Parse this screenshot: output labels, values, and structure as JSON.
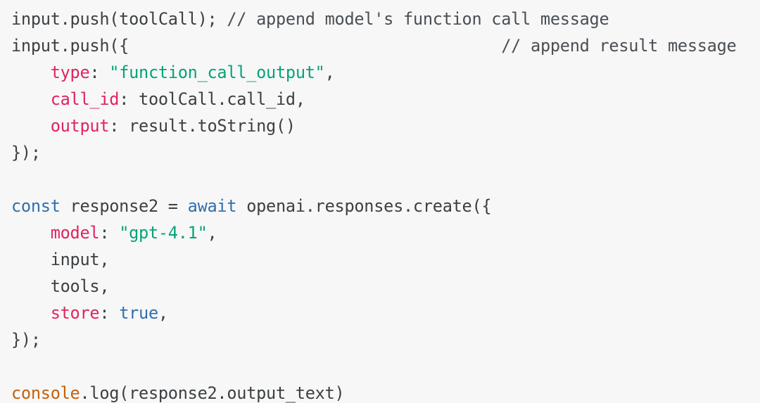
{
  "editor": {
    "language": "javascript",
    "background_color": "#f7f7f7",
    "default_text_color": "#3c4043",
    "token_colors": {
      "plain": "#3c4043",
      "comment": "#4a4f54",
      "key": "#e0245e",
      "string": "#05a37a",
      "keyword": "#2f6fae",
      "boolean": "#2f6fae",
      "builtin": "#c2610d"
    }
  },
  "code": {
    "lines": [
      {
        "n": 1,
        "text": "input.push(toolCall); // append model's function call message",
        "tokens": [
          {
            "t": "input.push(toolCall); ",
            "c": "plain"
          },
          {
            "t": "// append model's function call message",
            "c": "comment"
          }
        ]
      },
      {
        "n": 2,
        "text": "input.push({                          // append result message",
        "tokens": [
          {
            "t": "input.push({",
            "c": "plain"
          },
          {
            "t": "                                      ",
            "c": "plain"
          },
          {
            "t": "// append result message",
            "c": "comment"
          }
        ]
      },
      {
        "n": 3,
        "text": "    type: \"function_call_output\",",
        "tokens": [
          {
            "t": "    ",
            "c": "plain"
          },
          {
            "t": "type",
            "c": "key"
          },
          {
            "t": ": ",
            "c": "plain"
          },
          {
            "t": "\"function_call_output\"",
            "c": "string"
          },
          {
            "t": ",",
            "c": "plain"
          }
        ]
      },
      {
        "n": 4,
        "text": "    call_id: toolCall.call_id,",
        "tokens": [
          {
            "t": "    ",
            "c": "plain"
          },
          {
            "t": "call_id",
            "c": "key"
          },
          {
            "t": ": toolCall.call_id,",
            "c": "plain"
          }
        ]
      },
      {
        "n": 5,
        "text": "    output: result.toString()",
        "tokens": [
          {
            "t": "    ",
            "c": "plain"
          },
          {
            "t": "output",
            "c": "key"
          },
          {
            "t": ": result.toString()",
            "c": "plain"
          }
        ]
      },
      {
        "n": 6,
        "text": "});",
        "tokens": [
          {
            "t": "});",
            "c": "plain"
          }
        ]
      },
      {
        "n": 7,
        "text": "",
        "tokens": []
      },
      {
        "n": 8,
        "text": "const response2 = await openai.responses.create({",
        "tokens": [
          {
            "t": "const",
            "c": "keyword"
          },
          {
            "t": " response2 = ",
            "c": "plain"
          },
          {
            "t": "await",
            "c": "keyword"
          },
          {
            "t": " openai.responses.create({",
            "c": "plain"
          }
        ]
      },
      {
        "n": 9,
        "text": "    model: \"gpt-4.1\",",
        "tokens": [
          {
            "t": "    ",
            "c": "plain"
          },
          {
            "t": "model",
            "c": "key"
          },
          {
            "t": ": ",
            "c": "plain"
          },
          {
            "t": "\"gpt-4.1\"",
            "c": "string"
          },
          {
            "t": ",",
            "c": "plain"
          }
        ]
      },
      {
        "n": 10,
        "text": "    input,",
        "tokens": [
          {
            "t": "    input,",
            "c": "plain"
          }
        ]
      },
      {
        "n": 11,
        "text": "    tools,",
        "tokens": [
          {
            "t": "    tools,",
            "c": "plain"
          }
        ]
      },
      {
        "n": 12,
        "text": "    store: true,",
        "tokens": [
          {
            "t": "    ",
            "c": "plain"
          },
          {
            "t": "store",
            "c": "key"
          },
          {
            "t": ": ",
            "c": "plain"
          },
          {
            "t": "true",
            "c": "boolean"
          },
          {
            "t": ",",
            "c": "plain"
          }
        ]
      },
      {
        "n": 13,
        "text": "});",
        "tokens": [
          {
            "t": "});",
            "c": "plain"
          }
        ]
      },
      {
        "n": 14,
        "text": "",
        "tokens": []
      },
      {
        "n": 15,
        "text": "console.log(response2.output_text)",
        "tokens": [
          {
            "t": "console",
            "c": "builtin"
          },
          {
            "t": ".log(response2.output_text)",
            "c": "plain"
          }
        ]
      }
    ]
  }
}
